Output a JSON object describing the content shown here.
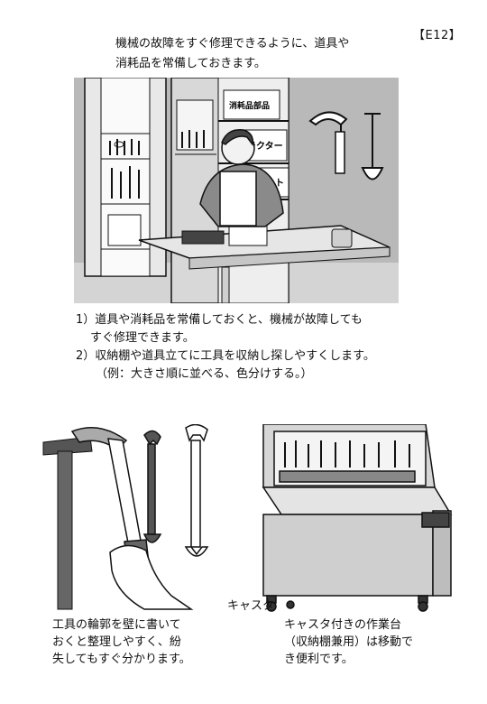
{
  "header": {
    "code": "【E12】",
    "intro_lines": [
      "機械の故障をすぐ修理できるように、道具や",
      "消耗品を常備しておきます。"
    ]
  },
  "scene_top": {
    "box_labels": [
      "消耗品部品",
      "トラクター",
      "ボルト"
    ]
  },
  "notes": {
    "item1_line1": "1）道具や消耗品を常備しておくと、機械が故障しても",
    "item1_line2": "すぐ修理できます。",
    "item2_line1": "2）収納棚や道具立てに工具を収納し探しやすくします。",
    "item2_example": "（例：大きさ順に並べる、色分けする。）"
  },
  "bottom_left": {
    "caption_lines": [
      "工具の輪郭を壁に書いて",
      "おくと整理しやすく、紛",
      "失してもすぐ分かります。"
    ]
  },
  "bottom_right": {
    "caster_label": "キャスタ",
    "caption_lines": [
      "キャスタ付きの作業台",
      "（収納棚兼用）は移動で",
      "き便利です。"
    ]
  }
}
